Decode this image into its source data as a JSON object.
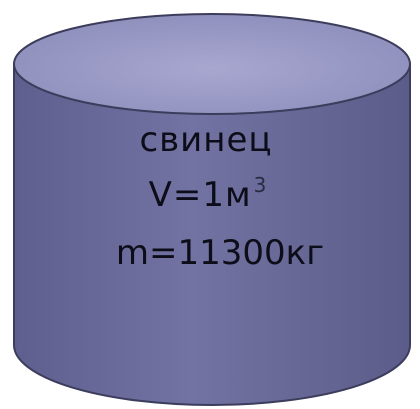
{
  "labels": {
    "material": "свинец",
    "volume_prefix": "V=1м",
    "volume_exponent": "3",
    "mass": "m=11300кг"
  },
  "colors": {
    "body": "#6c6c9c",
    "top": "#9a9ac6",
    "outline": "#3c3c5c",
    "text": "#0d0d1a"
  }
}
